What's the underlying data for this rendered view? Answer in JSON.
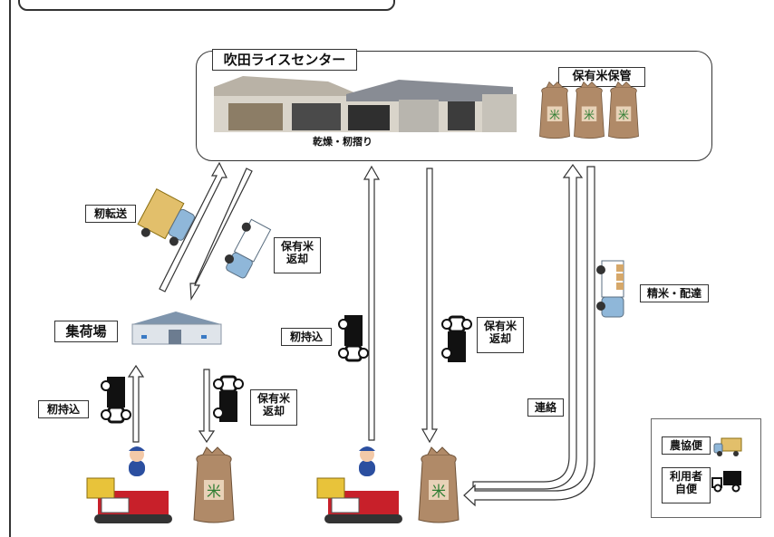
{
  "center": {
    "title": "吹田ライスセンター",
    "process_label": "乾燥・籾摺り",
    "storage_label": "保有米保管"
  },
  "flow": {
    "transfer_label": "籾転送",
    "return_label_top": "保有米\n返却",
    "collection_point_label": "集荷場",
    "left_bring_in_label": "籾持込",
    "left_return_label": "保有米\n返却",
    "mid_bring_in_label": "籾持込",
    "mid_return_label": "保有米\n返却",
    "polish_delivery_label": "精米・配達",
    "contact_label": "連絡"
  },
  "legend": {
    "ja_delivery_label": "農協便",
    "user_own_label": "利用者\n自便"
  },
  "colors": {
    "arrow_fill": "#ffffff",
    "arrow_stroke": "#333333",
    "truck_black": "#111111",
    "truck_blue": "#8fb7d9",
    "sack_brown": "#b08a68",
    "machine_red": "#c8202a"
  }
}
